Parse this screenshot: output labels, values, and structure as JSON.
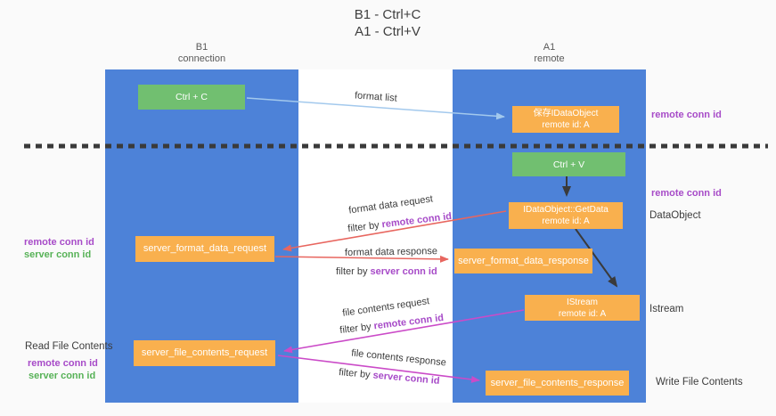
{
  "title": {
    "line1": "B1 - Ctrl+C",
    "line2": "A1 - Ctrl+V"
  },
  "lifelines": {
    "b1": {
      "name": "B1",
      "subtitle": "connection"
    },
    "a1": {
      "name": "A1",
      "subtitle": "remote"
    }
  },
  "nodes": {
    "ctrl_c": {
      "label": "Ctrl + C"
    },
    "save_dataobject": {
      "line1": "保存IDataObject",
      "line2": "remote id: A"
    },
    "ctrl_v": {
      "label": "Ctrl + V"
    },
    "getdata": {
      "line1": "IDataObject::GetData",
      "line2": "remote id: A"
    },
    "server_format_data_request": {
      "label": "server_format_data_request"
    },
    "server_format_data_response": {
      "label": "server_format_data_response"
    },
    "istream": {
      "line1": "IStream",
      "line2": "remote id: A"
    },
    "server_file_contents_request": {
      "label": "server_file_contents_request"
    },
    "server_file_contents_response": {
      "label": "server_file_contents_response"
    }
  },
  "right_labels": {
    "remote_conn_id_top": "remote conn id",
    "remote_conn_id_mid": "remote conn id",
    "dataobject": "DataObject",
    "istream": "Istream",
    "write_file_contents": "Write File Contents"
  },
  "left_labels": {
    "format_remote": "remote conn id",
    "format_server": "server conn id",
    "read_file_contents": "Read File Contents",
    "file_remote": "remote conn id",
    "file_server": "server conn id"
  },
  "edge_labels": {
    "format_list": "format list",
    "format_data_request": "format data request",
    "format_data_response": "format data response",
    "file_contents_request": "file contents request",
    "file_contents_response": "file contents response",
    "filter_by": "filter by ",
    "remote_conn_id": "remote conn id",
    "server_conn_id": "server conn id"
  },
  "colors": {
    "lifeline_blue": "#4d82d8",
    "action_green": "#71bf70",
    "message_orange": "#f9b04e",
    "request_red": "#e8665f",
    "file_magenta": "#cb4bc8",
    "format_list_blue": "#a3c9ed",
    "keyword_purple": "#a74bc8",
    "keyword_green": "#57b257",
    "dashed_line": "#3a3a3a",
    "background": "#fafafa"
  }
}
